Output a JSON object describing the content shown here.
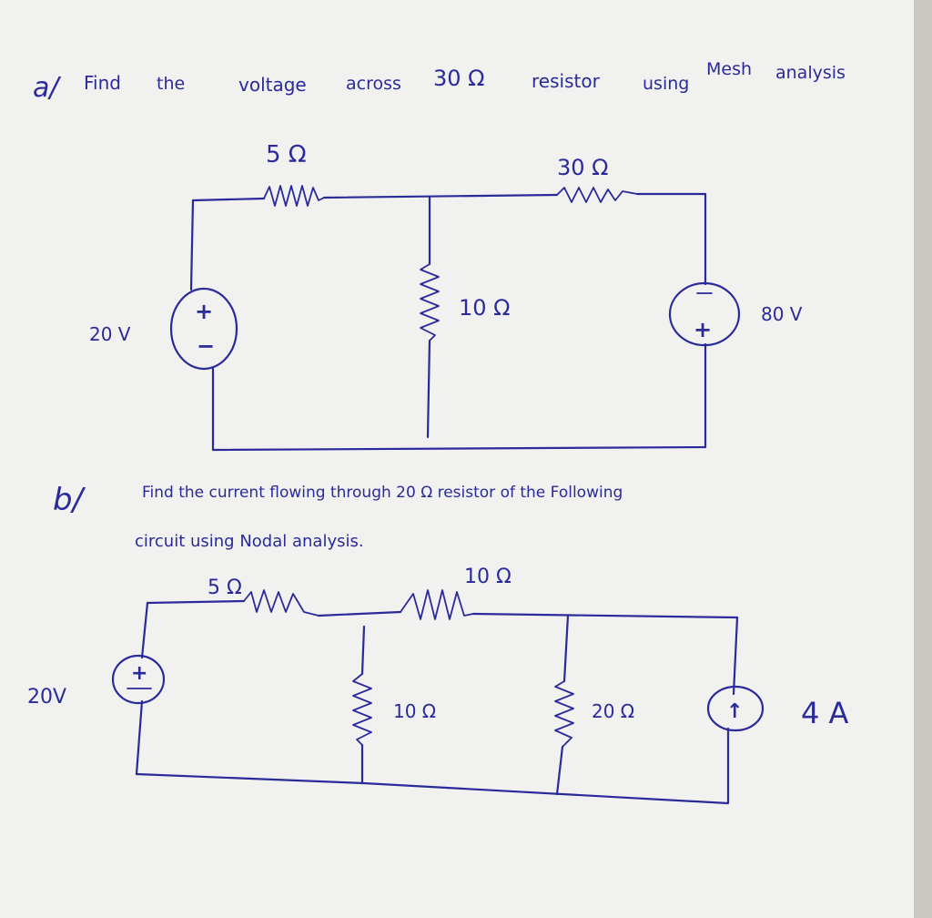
{
  "colors": {
    "paper": "#f1f1ef",
    "ink": "#2a2a9a",
    "background": "#d6d3cf"
  },
  "part_a": {
    "label": "a/",
    "question": {
      "w1": "Find",
      "w2": "the",
      "w3": "voltage",
      "w4": "across",
      "w5": "30 Ω",
      "w6": "resistor",
      "w7": "using",
      "w8": "Mesh",
      "w9": "analysis"
    },
    "circuit": {
      "r1_label": "5 Ω",
      "r2_label": "30 Ω",
      "r3_label": "10 Ω",
      "src1_label": "20 V",
      "src2_label": "80 V",
      "plus": "+",
      "minus": "−"
    }
  },
  "part_b": {
    "label": "b/",
    "question_line1": "Find the current flowing through 20 Ω resistor of the Following",
    "question_line2": "circuit using Nodal analysis.",
    "circuit": {
      "r1_label": "5 Ω",
      "r2_label": "10 Ω",
      "r3_label": "10 Ω",
      "r4_label": "20 Ω",
      "src_v_label": "20V",
      "src_i_label": "4 A",
      "plus": "+",
      "arrow": "↑"
    }
  }
}
